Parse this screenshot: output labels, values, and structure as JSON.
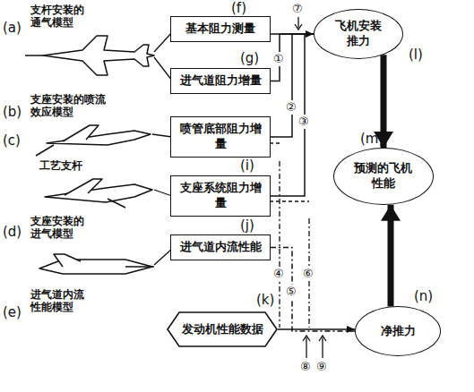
{
  "diagram": {
    "nodes": [
      {
        "text": [
          "基本阻力测量"
        ]
      },
      {
        "text": [
          "进气道阻力增量"
        ]
      },
      {
        "text": [
          "喷管底部阻力增量"
        ]
      },
      {
        "text": [
          "支座系统阻力增量"
        ]
      },
      {
        "text": [
          "进气道内流性能"
        ]
      },
      {
        "text": [
          "发动机性能数据"
        ]
      },
      {
        "text": [
          "飞机安装推力"
        ]
      },
      {
        "text": [
          "预测的飞机性能"
        ]
      },
      {
        "text": [
          "净推力"
        ]
      }
    ],
    "edges": [
      {
        "from": 0,
        "to": 6,
        "arrow": "to"
      },
      {
        "from": 1,
        "to": 6,
        "arrow": "none"
      },
      {
        "from": 2,
        "to": 6,
        "arrow": "none"
      },
      {
        "from": 3,
        "to": 6,
        "arrow": "none"
      },
      {
        "from": 4,
        "to": 8,
        "arrow": "none"
      },
      {
        "from": 5,
        "to": 8,
        "arrow": "to"
      },
      {
        "from": 6,
        "to": 7,
        "arrow": "to"
      },
      {
        "from": 8,
        "to": 7,
        "arrow": "to"
      }
    ],
    "labels": [
      "(a)",
      "支杆安装的通气模型",
      "(b)",
      "支座安装的喷流效应模型",
      "工艺支杆",
      "(c)",
      "支座安装的进气模型",
      "(d)",
      "进气道内流性能模型",
      "(e)",
      "(f)",
      "(g)",
      "(i)",
      "(j)",
      "(k)",
      "(l)",
      "(m)",
      "(n)",
      "①",
      "②",
      "③",
      "⑦",
      "④",
      "⑤",
      "⑥",
      "⑧",
      "⑨"
    ]
  }
}
